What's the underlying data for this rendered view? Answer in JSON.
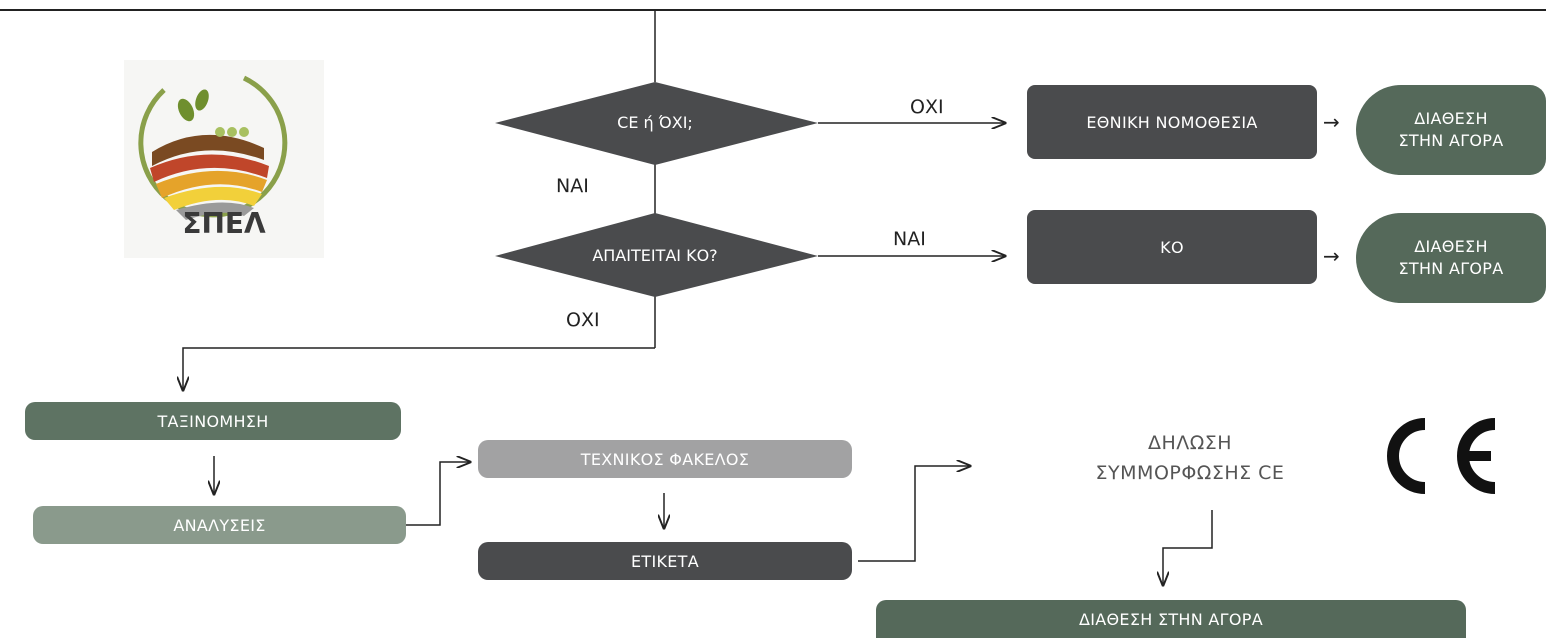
{
  "decision1": {
    "label": "CE ή ΌΧΙ;"
  },
  "decision2": {
    "label": "ΑΠΑΙΤΕΙΤΑΙ ΚΟ?"
  },
  "edges": {
    "no1": "ΟΧΙ",
    "yes1": "ΝΑΙ",
    "yes2": "ΝΑΙ",
    "no2": "ΟΧΙ"
  },
  "boxes": {
    "national": "ΕΘΝΙΚΗ ΝΟΜΟΘΕΣΙΑ",
    "ko": "ΚΟ",
    "market1_line1": "ΔΙΑΘΕΣΗ",
    "market1_line2": "ΣΤΗΝ ΑΓΟΡΑ",
    "market2_line1": "ΔΙΑΘΕΣΗ",
    "market2_line2": "ΣΤΗΝ ΑΓΟΡΑ",
    "classification": "ΤΑΞΙΝΟΜΗΣΗ",
    "analyses": "ΑΝΑΛΥΣΕΙΣ",
    "technical_file": "ΤΕΧΝΙΚΟΣ ΦΑΚΕΛΟΣ",
    "label": "ΕΤΙΚΕΤΑ",
    "declaration_line1": "ΔΗΛΩΣΗ",
    "declaration_line2": "ΣΥΜΜΟΡΦΩΣΗΣ CE",
    "market_final": "ΔΙΑΘΕΣΗ ΣΤΗΝ ΑΓΟΡΑ"
  },
  "logo": {
    "text": "ΣΠΕΛ"
  },
  "ce_mark": {
    "text": "CE"
  },
  "colors": {
    "dark": "#4a4b4d",
    "green": "#55695a",
    "sage": "#8a9a8c",
    "grey": "#a2a2a3"
  }
}
